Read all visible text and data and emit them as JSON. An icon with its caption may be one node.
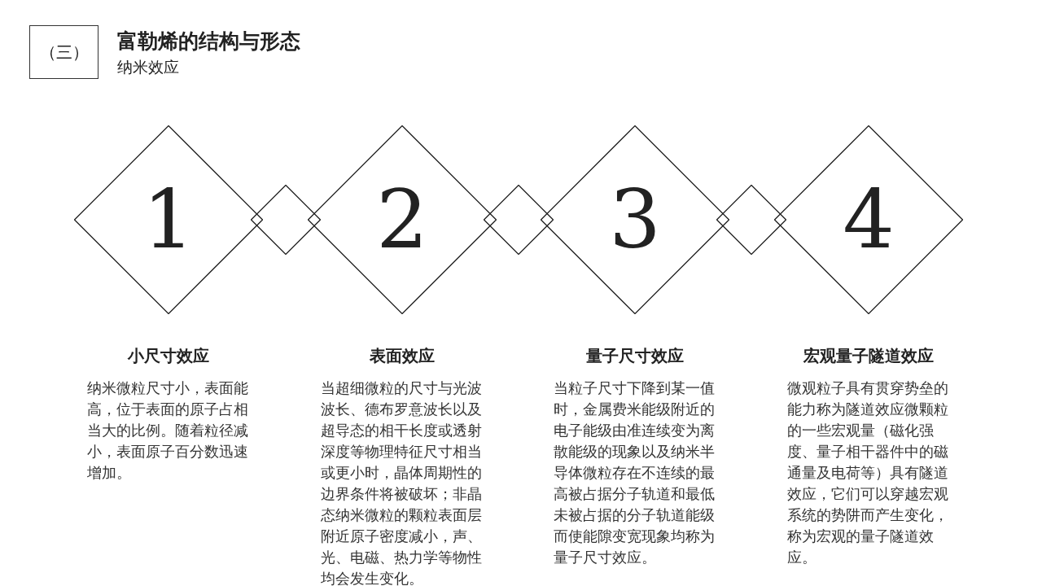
{
  "diagram": {
    "title": "富勒烯的结构与形态",
    "nodes": [
      {
        "text": [
          "（三）"
        ]
      },
      {
        "text": [
          "1"
        ],
        "beside": [
          "小尺寸效应",
          "纳米微粒尺寸小，表面能高，位于表面的原子占相当大的比例。随着粒径减小，表面原子百分数迅速增加。"
        ]
      },
      {
        "text": [],
        "shape": "diamond"
      },
      {
        "text": [
          "2"
        ],
        "beside": [
          "表面效应",
          "当超细微粒的尺寸与光波波长、德布罗意波长以及超导态的相干长度或透射深度等物理特征尺寸相当或更小时，晶体周期性的边界条件将被破坏；非晶态纳米微粒的颗粒表面层附近原子密度减小，声、光、电磁、热力学等物性均会发生变化。"
        ]
      },
      {
        "text": [],
        "shape": "diamond"
      },
      {
        "text": [
          "3"
        ],
        "beside": [
          "量子尺寸效应",
          "当粒子尺寸下降到某一值时，金属费米能级附近的电子能级由准连续变为离散能级的现象以及纳米半导体微粒存在不连续的最高被占据分子轨道和最低未被占据的分子轨道能级而使能隙变宽现象均称为量子尺寸效应。"
        ]
      },
      {
        "text": [],
        "shape": "diamond"
      },
      {
        "text": [
          "4"
        ],
        "beside": [
          "宏观量子隧道效应",
          "微观粒子具有贯穿势垒的能力称为隧道效应微颗粒的一些宏观量（磁化强度、量子相干器件中的磁通量及电荷等）具有隧道效应，它们可以穿越宏观系统的势阱而产生变化，称为宏观的量子隧道效应。"
        ]
      }
    ],
    "labels": [
      "纳米效应"
    ]
  }
}
